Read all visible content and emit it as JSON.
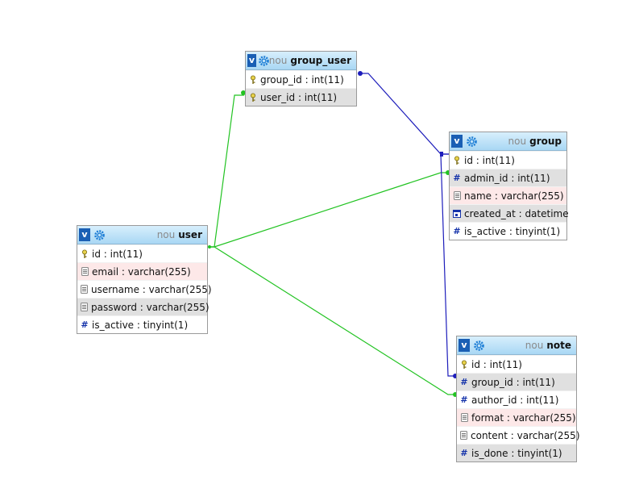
{
  "colors": {
    "relation_green": "#22c322",
    "relation_blue": "#1d1dbb",
    "header_top": "#d7effc",
    "header_bottom": "#a9d7f4",
    "row_pink": "#fde8e8",
    "row_grey": "#e0e0e0"
  },
  "tables": {
    "group_user": {
      "toggle": "v",
      "prefix": "nou",
      "name": "group_user",
      "columns": [
        {
          "text": "group_id : int(11)",
          "icon": "key-icon",
          "style": "plain"
        },
        {
          "text": "user_id : int(11)",
          "icon": "key-icon",
          "style": "grey"
        }
      ]
    },
    "group": {
      "toggle": "v",
      "prefix": "nou",
      "name": "group",
      "columns": [
        {
          "text": "id : int(11)",
          "icon": "key-icon",
          "style": "plain"
        },
        {
          "text": "admin_id : int(11)",
          "icon": "number-icon",
          "style": "grey"
        },
        {
          "text": "name : varchar(255)",
          "icon": "text-icon",
          "style": "pink"
        },
        {
          "text": "created_at : datetime",
          "icon": "datetime-icon",
          "style": "grey"
        },
        {
          "text": "is_active : tinyint(1)",
          "icon": "number-icon",
          "style": "plain"
        }
      ]
    },
    "user": {
      "toggle": "v",
      "prefix": "nou",
      "name": "user",
      "columns": [
        {
          "text": "id : int(11)",
          "icon": "key-icon",
          "style": "plain"
        },
        {
          "text": "email : varchar(255)",
          "icon": "text-icon",
          "style": "pink"
        },
        {
          "text": "username : varchar(255)",
          "icon": "text-icon",
          "style": "plain"
        },
        {
          "text": "password : varchar(255)",
          "icon": "text-icon",
          "style": "grey"
        },
        {
          "text": "is_active : tinyint(1)",
          "icon": "number-icon",
          "style": "plain"
        }
      ]
    },
    "note": {
      "toggle": "v",
      "prefix": "nou",
      "name": "note",
      "columns": [
        {
          "text": "id : int(11)",
          "icon": "key-icon",
          "style": "plain"
        },
        {
          "text": "group_id : int(11)",
          "icon": "number-icon",
          "style": "grey"
        },
        {
          "text": "author_id : int(11)",
          "icon": "number-icon",
          "style": "plain"
        },
        {
          "text": "format : varchar(255)",
          "icon": "text-icon",
          "style": "pink"
        },
        {
          "text": "content : varchar(255)",
          "icon": "text-icon",
          "style": "plain"
        },
        {
          "text": "is_done : tinyint(1)",
          "icon": "number-icon",
          "style": "grey"
        }
      ]
    }
  }
}
